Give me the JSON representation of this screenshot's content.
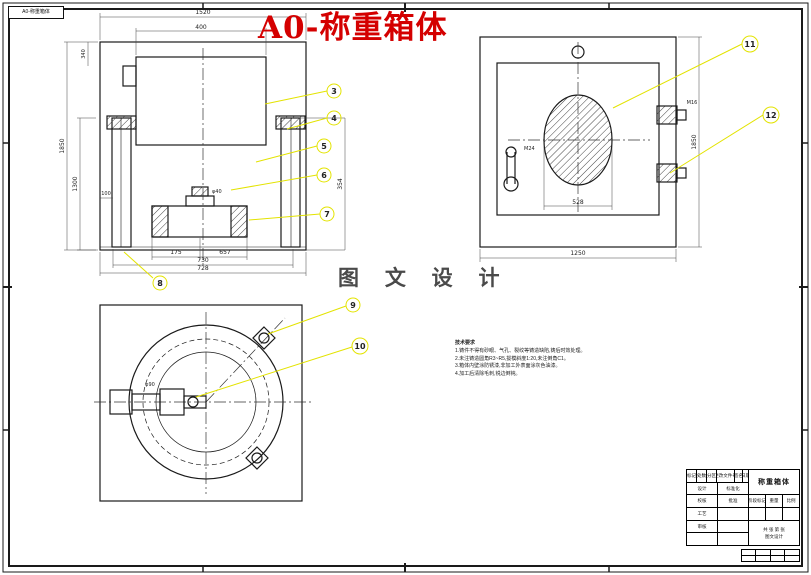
{
  "frame": {
    "corner_code": "A0-称重箱体"
  },
  "header": {
    "title": "A0-称重箱体",
    "watermark": "图 文 设 计"
  },
  "callouts": {
    "c3": "3",
    "c4": "4",
    "c5": "5",
    "c6": "6",
    "c7": "7",
    "c8": "8",
    "c9": "9",
    "c10": "10",
    "c11": "11",
    "c12": "12"
  },
  "dims": {
    "front_1520": "1520",
    "front_400": "400",
    "front_340": "340",
    "front_1850": "1850",
    "front_1300": "1300",
    "front_100": "100",
    "front_175": "175",
    "front_657": "657",
    "front_730": "730",
    "front_728": "728",
    "front_354": "354",
    "front_phi40": "φ40",
    "side_m24": "M24",
    "side_m16": "M16",
    "side_528": "528",
    "side_1250": "1250",
    "side_1850": "1850",
    "bottom_phi90": "φ90"
  },
  "notes": {
    "title": "技术要求",
    "l1": "1.铸件不得有砂眼、气孔、裂纹等铸造缺陷,铸后时效处理。",
    "l2": "2.未注铸造圆角R3~R5,拔模斜度1:20,未注倒角C1。",
    "l3": "3.箱体内壁涂防锈漆,非加工外表面涂灰色油漆。",
    "l4": "4.加工后清除毛刺,锐边倒钝。"
  },
  "titleblock": {
    "part_name": "称重箱体",
    "headers": [
      "标记",
      "处数",
      "分区",
      "更改文件号",
      "签名",
      "日期"
    ],
    "r1a": "设计",
    "r1b": "标准化",
    "r2a": "校核",
    "r2b": "批准",
    "r3a": "工艺",
    "r4a": "审核",
    "stage_label": "阶段标记",
    "weight_label": "重量",
    "scale_label": "比例",
    "sheet_info": "共 张 第 张",
    "company": "图文设计"
  }
}
